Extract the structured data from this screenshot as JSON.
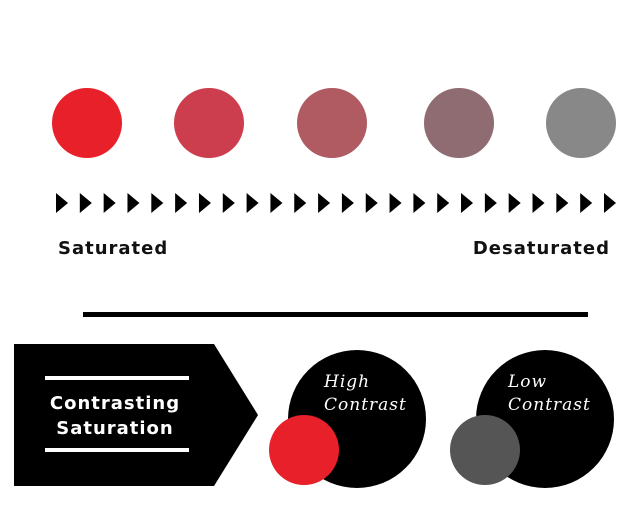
{
  "saturation_scale": {
    "swatches": [
      {
        "color": "#e8202a"
      },
      {
        "color": "#cc3d4e"
      },
      {
        "color": "#b05b62"
      },
      {
        "color": "#8f6c72"
      },
      {
        "color": "#888888"
      }
    ],
    "arrow_count": 24,
    "arrow_color": "#000000",
    "left_label": "Saturated",
    "right_label": "Desaturated"
  },
  "banner": {
    "line1": "Contrasting",
    "line2": "Saturation",
    "background": "#000000"
  },
  "examples": [
    {
      "caption_line1": "High",
      "caption_line2": "Contrast",
      "inner_color": "#e8202a"
    },
    {
      "caption_line1": "Low",
      "caption_line2": "Contrast",
      "inner_color": "#555555"
    }
  ]
}
